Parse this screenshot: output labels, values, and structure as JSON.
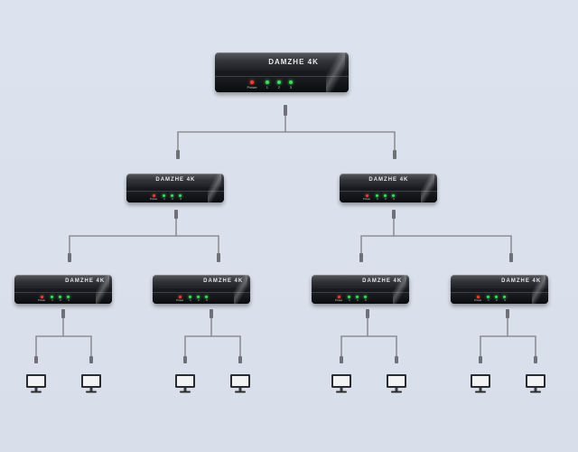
{
  "devices": {
    "root": {
      "brand": "DAMZHE 4K",
      "indicators": [
        {
          "label": "Power",
          "color": "red"
        },
        {
          "label": "1",
          "color": "green"
        },
        {
          "label": "2",
          "color": "green"
        },
        {
          "label": "3",
          "color": "green"
        }
      ]
    },
    "mid_left": {
      "brand": "DAMZHE 4K",
      "indicators": [
        {
          "label": "Power",
          "color": "red"
        },
        {
          "label": "1",
          "color": "green"
        },
        {
          "label": "2",
          "color": "green"
        },
        {
          "label": "3",
          "color": "green"
        }
      ]
    },
    "mid_right": {
      "brand": "DAMZHE 4K",
      "indicators": [
        {
          "label": "Power",
          "color": "red"
        },
        {
          "label": "1",
          "color": "green"
        },
        {
          "label": "2",
          "color": "green"
        },
        {
          "label": "3",
          "color": "green"
        }
      ]
    },
    "low_1": {
      "brand": "DAMZHE 4K",
      "indicators": [
        {
          "label": "Power",
          "color": "red"
        },
        {
          "label": "1",
          "color": "green"
        },
        {
          "label": "2",
          "color": "green"
        },
        {
          "label": "3",
          "color": "green"
        }
      ]
    },
    "low_2": {
      "brand": "DAMZHE 4K",
      "indicators": [
        {
          "label": "Power",
          "color": "red"
        },
        {
          "label": "1",
          "color": "green"
        },
        {
          "label": "2",
          "color": "green"
        },
        {
          "label": "3",
          "color": "green"
        }
      ]
    },
    "low_3": {
      "brand": "DAMZHE 4K",
      "indicators": [
        {
          "label": "Power",
          "color": "red"
        },
        {
          "label": "1",
          "color": "green"
        },
        {
          "label": "2",
          "color": "green"
        },
        {
          "label": "3",
          "color": "green"
        }
      ]
    },
    "low_4": {
      "brand": "DAMZHE 4K",
      "indicators": [
        {
          "label": "Power",
          "color": "red"
        },
        {
          "label": "1",
          "color": "green"
        },
        {
          "label": "2",
          "color": "green"
        },
        {
          "label": "3",
          "color": "green"
        }
      ]
    }
  },
  "monitors": {
    "count": 8,
    "icon": "monitor-icon"
  },
  "colors": {
    "background": "#dbe1ec",
    "wire": "#8c8f96",
    "device_body": "#17181c",
    "led_power": "#ff3b2f",
    "led_output": "#36e05a",
    "monitor_bezel": "#2b2c30",
    "monitor_screen": "#f2f3f5"
  }
}
